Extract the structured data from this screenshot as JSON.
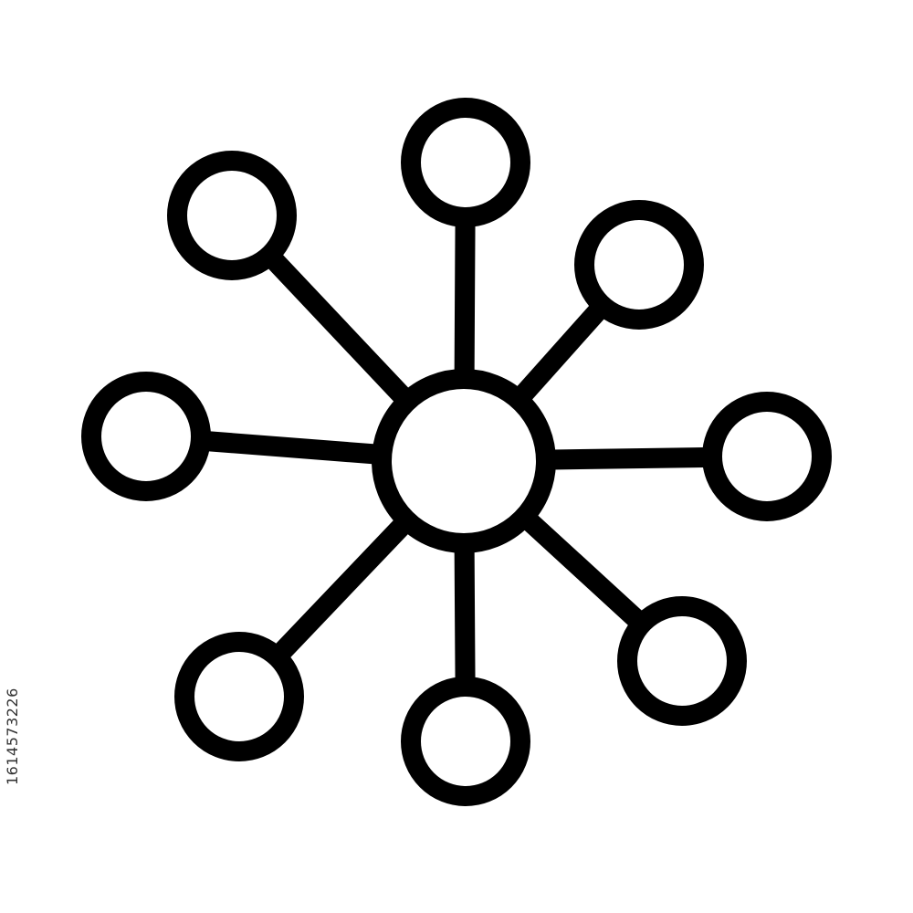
{
  "icon": {
    "name": "network-hub-icon",
    "stroke_color": "#000000",
    "fill_color": "#ffffff",
    "hub": "center-node",
    "satellites": [
      "satellite-node-top",
      "satellite-node-top-right",
      "satellite-node-right",
      "satellite-node-bottom-right",
      "satellite-node-bottom",
      "satellite-node-bottom-left",
      "satellite-node-left",
      "satellite-node-top-left"
    ]
  },
  "stock_id": "1614573226",
  "background_color": "#ffffff"
}
